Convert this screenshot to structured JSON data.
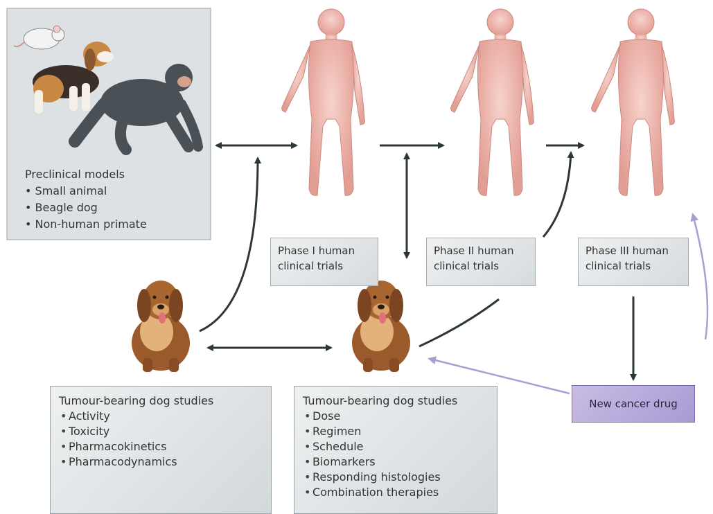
{
  "preclinical": {
    "title": "Preclinical models",
    "items": [
      "Small animal",
      "Beagle dog",
      "Non-human primate"
    ]
  },
  "phases": [
    {
      "line1": "Phase I human",
      "line2": "clinical trials"
    },
    {
      "line1": "Phase II human",
      "line2": "clinical trials"
    },
    {
      "line1": "Phase III human",
      "line2": "clinical trials"
    }
  ],
  "dog_studies_left": {
    "title": "Tumour-bearing dog studies",
    "items": [
      "Activity",
      "Toxicity",
      "Pharmacokinetics",
      "Pharmacodynamics"
    ]
  },
  "dog_studies_right": {
    "title": "Tumour-bearing dog studies",
    "items": [
      "Dose",
      "Regimen",
      "Schedule",
      "Biomarkers",
      "Responding histologies",
      "Combination therapies"
    ]
  },
  "new_drug": {
    "label": "New cancer drug"
  },
  "colors": {
    "arrow_dark": "#2c3538",
    "arrow_light": "#a79fd0",
    "human_skin": "#eab1a8",
    "box_fill": "#dde1e3",
    "drug_fill": "#b7a9da",
    "dog_fur": "#9a5a2c"
  }
}
